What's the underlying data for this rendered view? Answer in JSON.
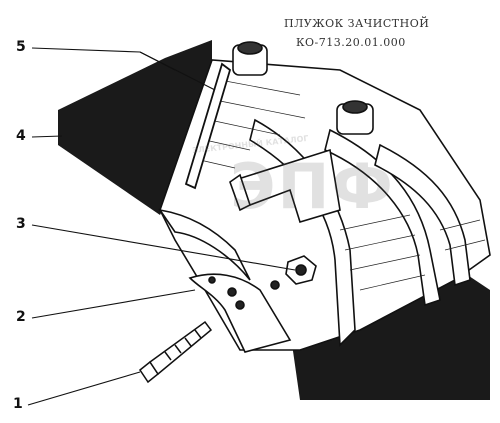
{
  "title": {
    "line1": "ПЛУЖОК ЗАЧИСТНОЙ",
    "line2": "КО-713.20.01.000"
  },
  "callouts": [
    "5",
    "4",
    "3",
    "2",
    "1"
  ],
  "watermark": {
    "text": "ЭЛЕКТРОННЫЙ КАТАЛОГ",
    "logo": "ЭПФ"
  },
  "colors": {
    "ink": "#111111",
    "rubber": "#1a1a1a",
    "paper": "#ffffff"
  }
}
